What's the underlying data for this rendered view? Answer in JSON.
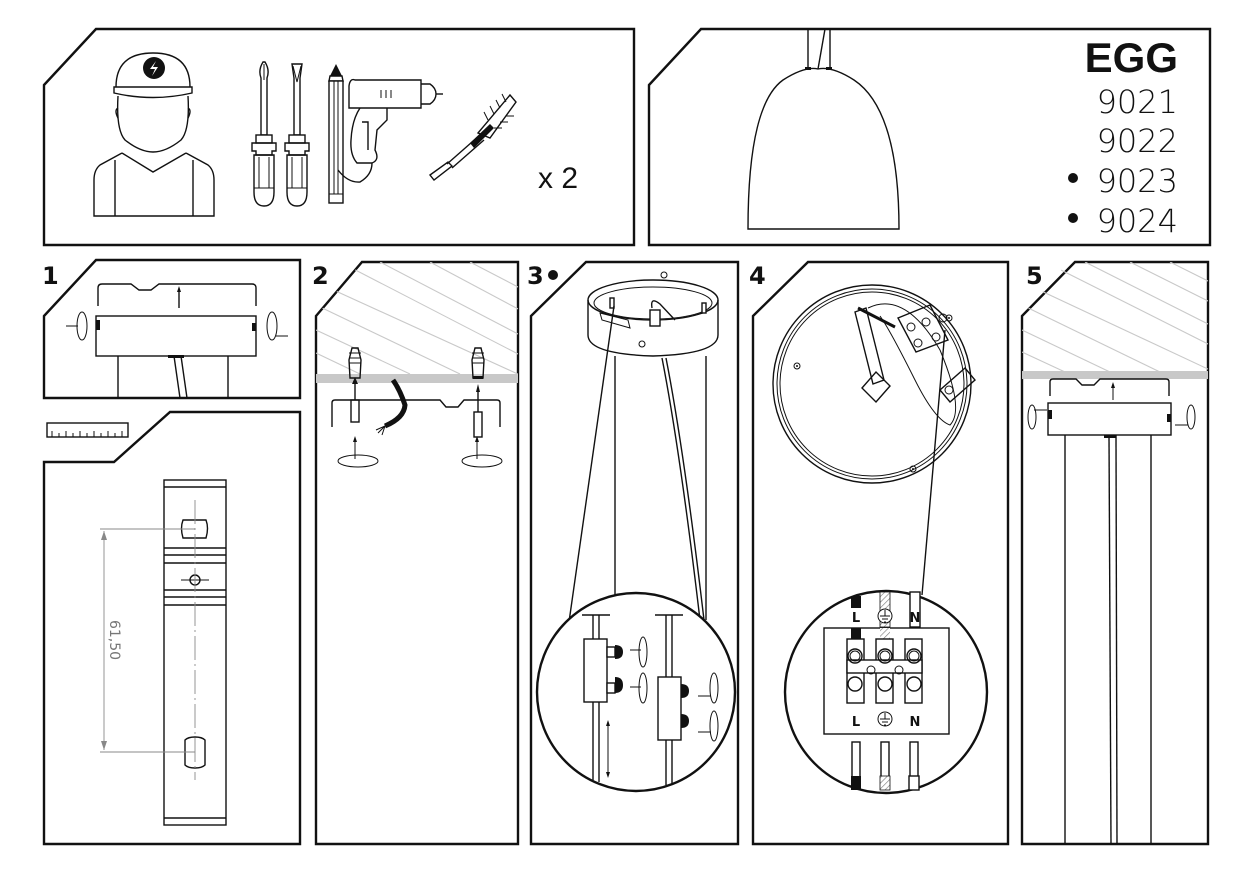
{
  "product": {
    "title": "EGG",
    "models": [
      {
        "code": "9021",
        "marked": false
      },
      {
        "code": "9022",
        "marked": false
      },
      {
        "code": "9023",
        "marked": true
      },
      {
        "code": "9024",
        "marked": true
      }
    ],
    "marker_symbol": "•"
  },
  "tools": {
    "items": [
      "electrician-icon",
      "phillips-screwdriver-icon",
      "flat-screwdriver-icon",
      "pencil-icon",
      "drill-icon",
      "wall-plug-screw-icon"
    ],
    "plug_quantity": "x 2"
  },
  "steps": [
    {
      "number": "1",
      "marked": false,
      "description": "Loosen side screws and remove mounting bracket from canopy"
    },
    {
      "number": "2",
      "marked": false,
      "description": "Drill holes, insert wall plugs and fix bracket to ceiling"
    },
    {
      "number": "3",
      "marked": true,
      "description": "Adjust cable length using canopy cord grips"
    },
    {
      "number": "4",
      "marked": false,
      "description": "Connect wires to terminal block"
    },
    {
      "number": "5",
      "marked": false,
      "description": "Attach canopy to bracket and tighten side screws"
    }
  ],
  "template": {
    "dimension_label": "61,50"
  },
  "wiring": {
    "top_labels": [
      "L",
      "earth-icon",
      "N"
    ],
    "bottom_labels": [
      "L",
      "earth-icon",
      "N"
    ]
  }
}
